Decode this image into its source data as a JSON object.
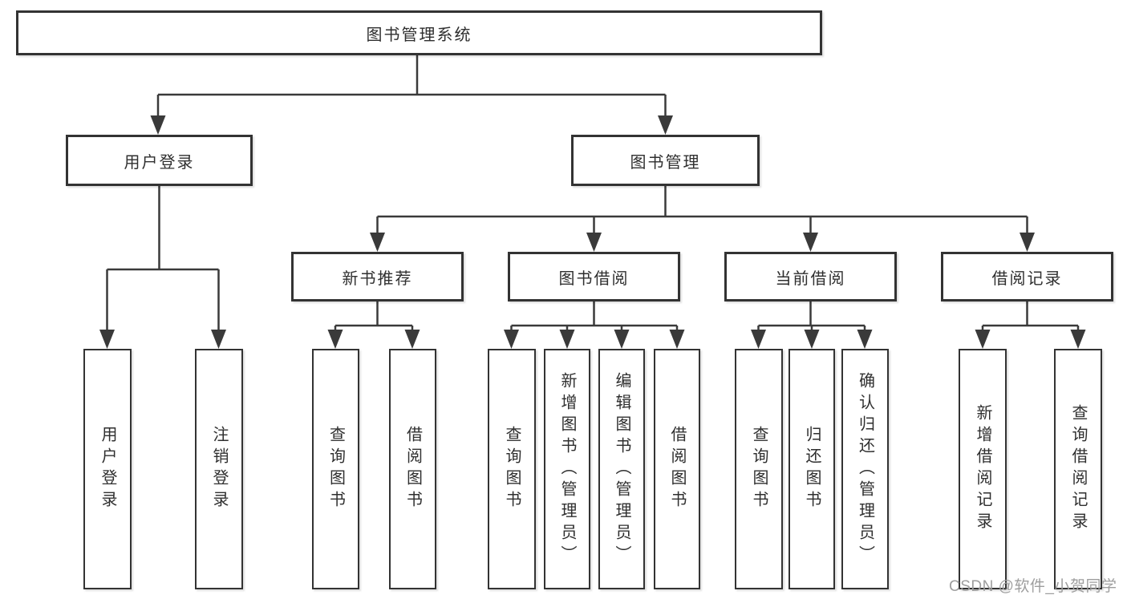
{
  "diagram": {
    "root": {
      "label": "图书管理系统"
    },
    "branches": [
      {
        "label": "用户登录",
        "children": [
          {
            "label": "用户登录"
          },
          {
            "label": "注销登录"
          }
        ]
      },
      {
        "label": "图书管理",
        "children": [
          {
            "label": "新书推荐",
            "children": [
              {
                "label": "查询图书"
              },
              {
                "label": "借阅图书"
              }
            ]
          },
          {
            "label": "图书借阅",
            "children": [
              {
                "label": "查询图书"
              },
              {
                "label": "新增图书（管理员）"
              },
              {
                "label": "编辑图书（管理员）"
              },
              {
                "label": "借阅图书"
              }
            ]
          },
          {
            "label": "当前借阅",
            "children": [
              {
                "label": "查询图书"
              },
              {
                "label": "归还图书"
              },
              {
                "label": "确认归还（管理员）"
              }
            ]
          },
          {
            "label": "借阅记录",
            "children": [
              {
                "label": "新增借阅记录"
              },
              {
                "label": "查询借阅记录"
              }
            ]
          }
        ]
      }
    ]
  },
  "watermark": {
    "text": "CSDN @软件_小贺同学"
  },
  "colors": {
    "line": "#3a3a3a",
    "box_border": "#333333",
    "box_fill": "#ffffff",
    "text": "#2f2f2f",
    "watermark": "#9e9e9e",
    "background": "#ffffff"
  }
}
